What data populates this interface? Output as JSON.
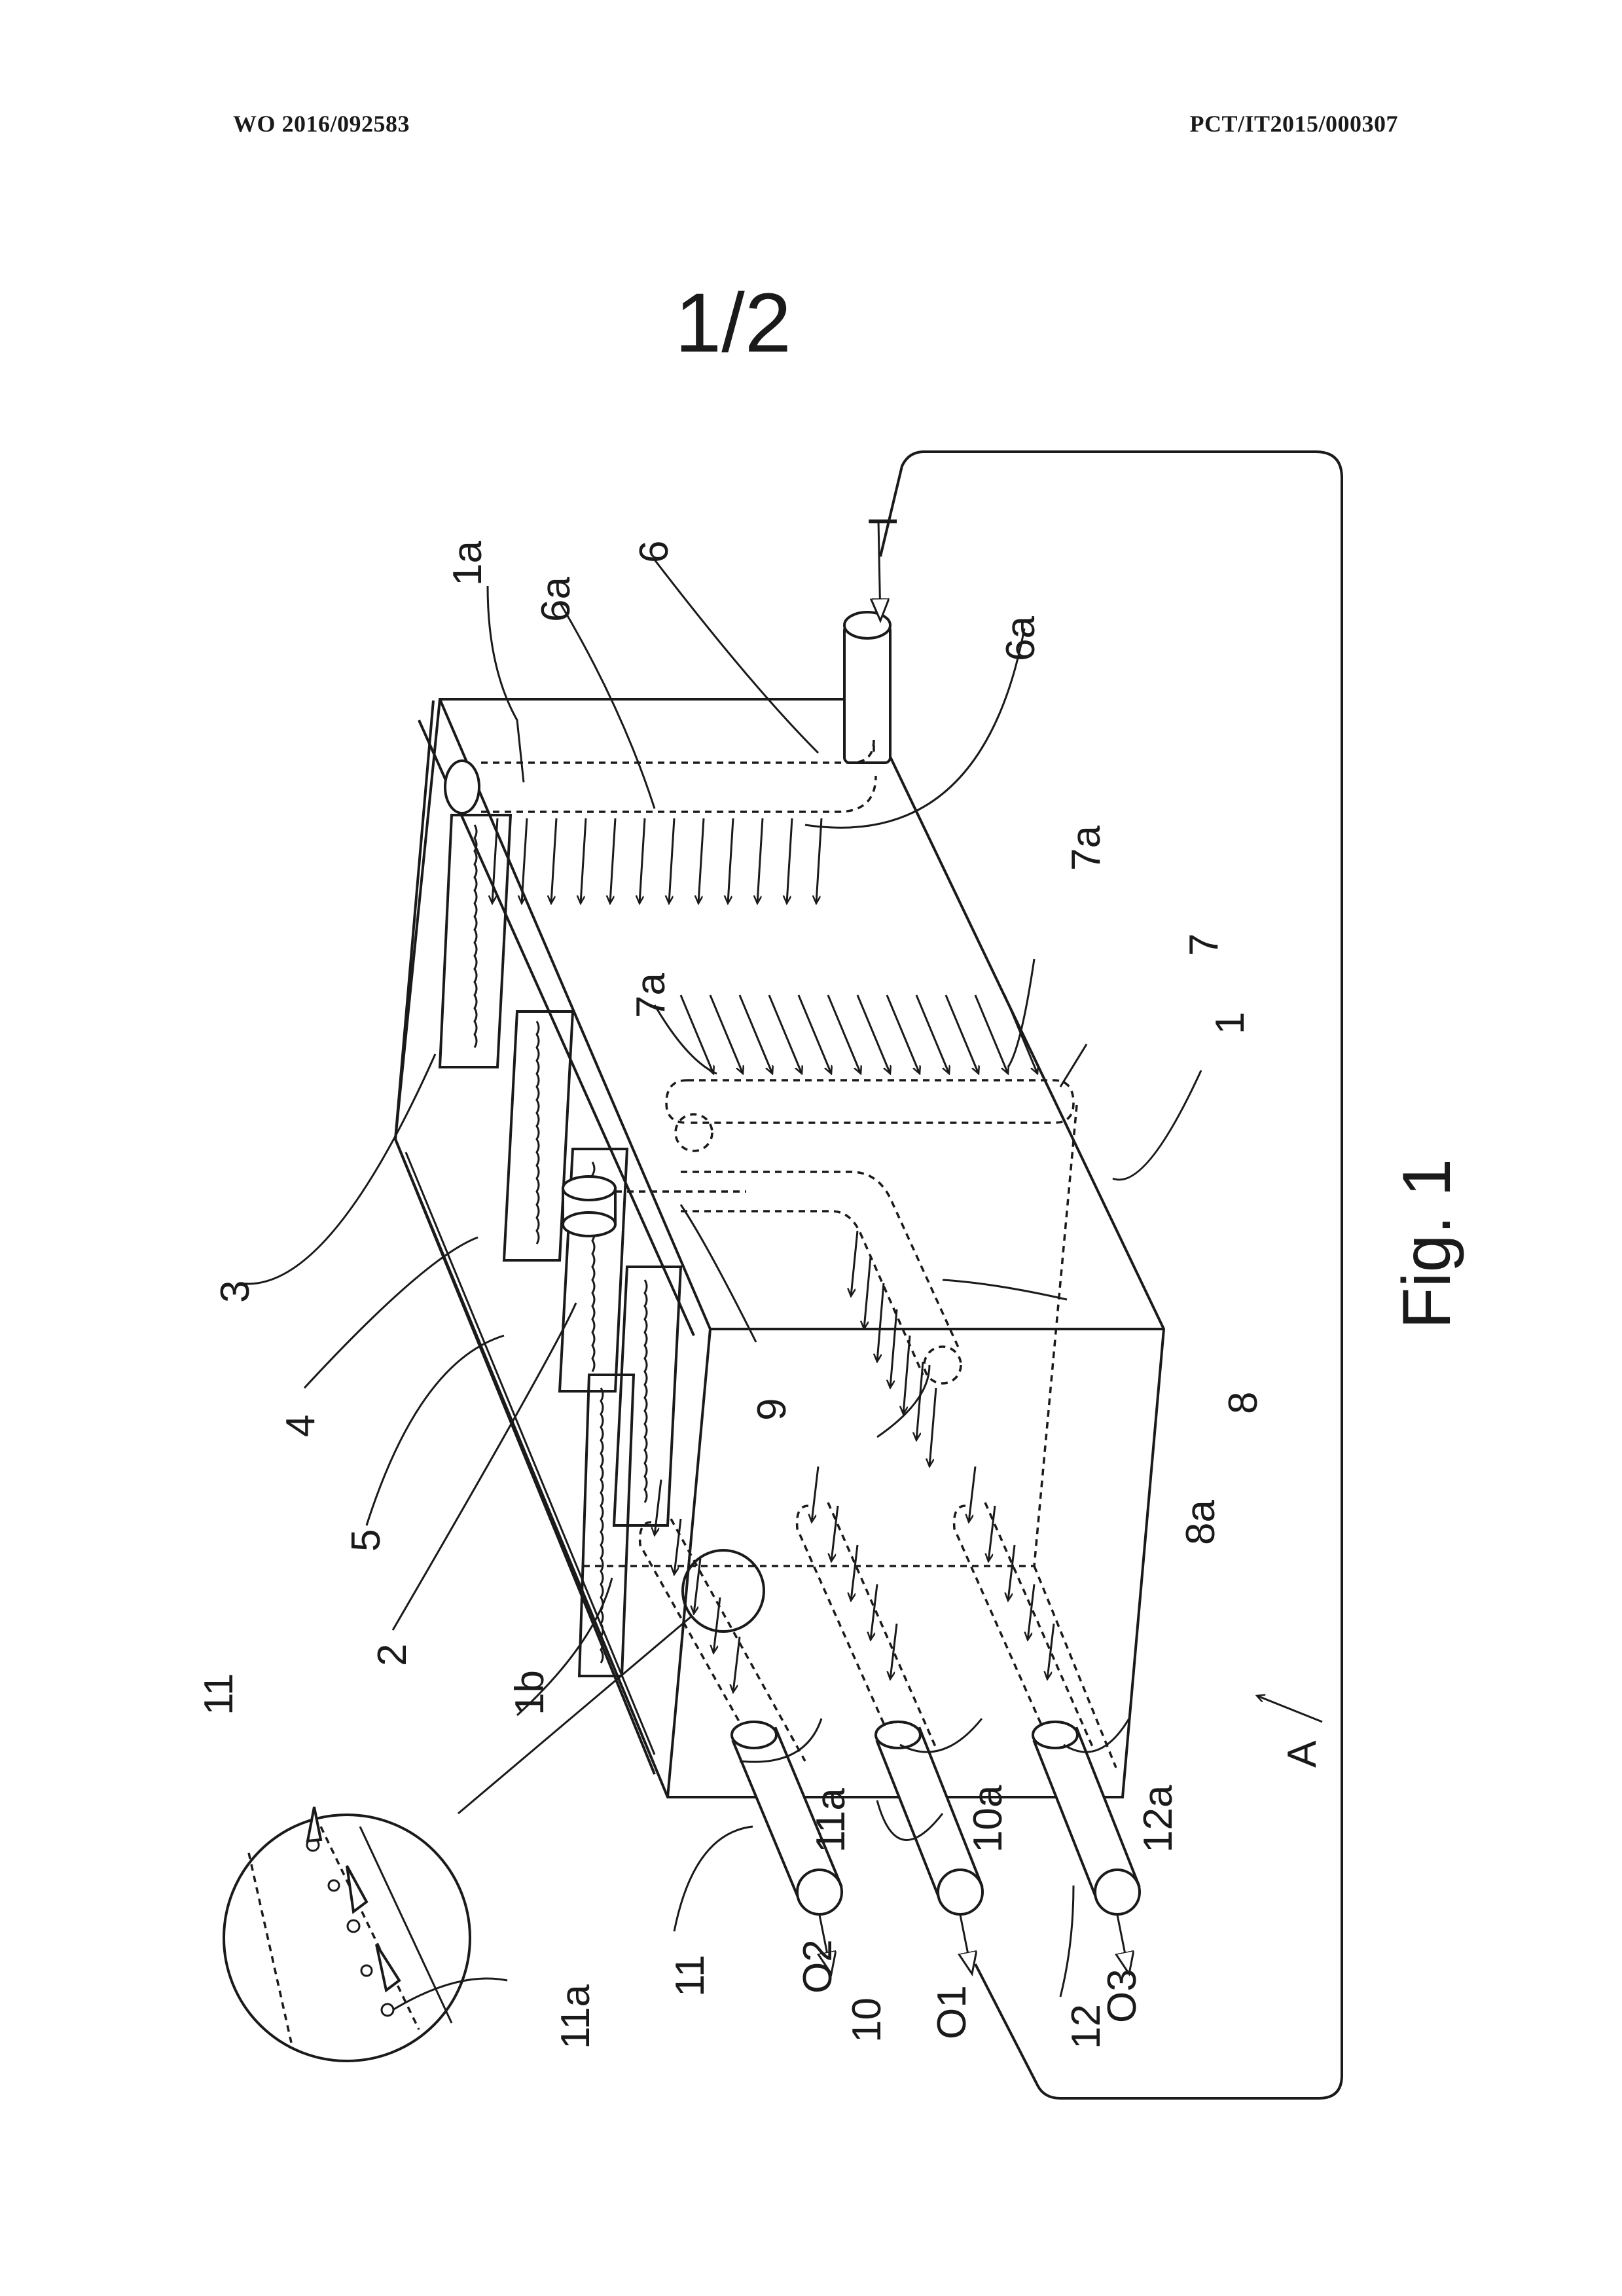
{
  "header": {
    "publication_number": "WO 2016/092583",
    "application_number": "PCT/IT2015/000307"
  },
  "sheet_number": "1/2",
  "figure": {
    "caption": "Fig. 1",
    "labels": {
      "l_1": "1",
      "l_1a": "1a",
      "l_1b": "1b",
      "l_2": "2",
      "l_3": "3",
      "l_4": "4",
      "l_5": "5",
      "l_6": "6",
      "l_6a_left": "6a",
      "l_6a_right": "6a",
      "l_7": "7",
      "l_7a_left": "7a",
      "l_7a_right": "7a",
      "l_8": "8",
      "l_8a": "8a",
      "l_9": "9",
      "l_10": "10",
      "l_10a": "10a",
      "l_11": "11",
      "l_11a": "11a",
      "l_11_detail": "11",
      "l_11a_detail": "11a",
      "l_12": "12",
      "l_12a": "12a",
      "l_A": "A",
      "l_I": "I",
      "l_O1": "O1",
      "l_O2": "O2",
      "l_O3": "O3"
    }
  }
}
